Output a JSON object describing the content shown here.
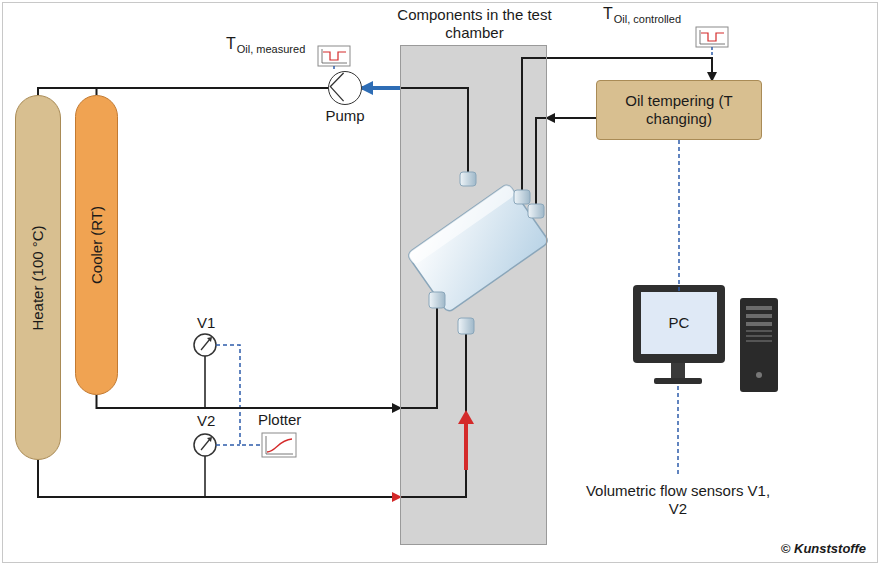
{
  "diagram": {
    "nodes": [
      {
        "text": [
          "Heater (100 °C)"
        ]
      },
      {
        "text": [
          "Cooler (RT)"
        ]
      },
      {
        "text": [
          "Pump"
        ]
      },
      {
        "text": [
          "Components in the test chamber"
        ]
      },
      {
        "text": [
          "Oil tempering (T changing)"
        ]
      },
      {
        "text": [
          "PC"
        ]
      }
    ],
    "edges": [
      {
        "from": 3,
        "to": 2,
        "arrow": "to"
      },
      {
        "from": 2,
        "to": 1,
        "arrow": "none"
      },
      {
        "from": 2,
        "to": 0,
        "arrow": "none"
      },
      {
        "from": 1,
        "to": 3,
        "arrow": "to"
      },
      {
        "from": 0,
        "to": 3,
        "arrow": "to"
      },
      {
        "from": 3,
        "to": 4,
        "arrow": "to"
      },
      {
        "from": 4,
        "to": 3,
        "arrow": "to"
      },
      {
        "from": 4,
        "to": 5,
        "arrow": "none"
      }
    ],
    "labels": [
      "T",
      "Oil, measured",
      "T",
      "Oil, controlled",
      "V1",
      "V2",
      "Plotter",
      "Volumetric flow sensors V1, V2",
      "© Kunststoffe"
    ]
  }
}
